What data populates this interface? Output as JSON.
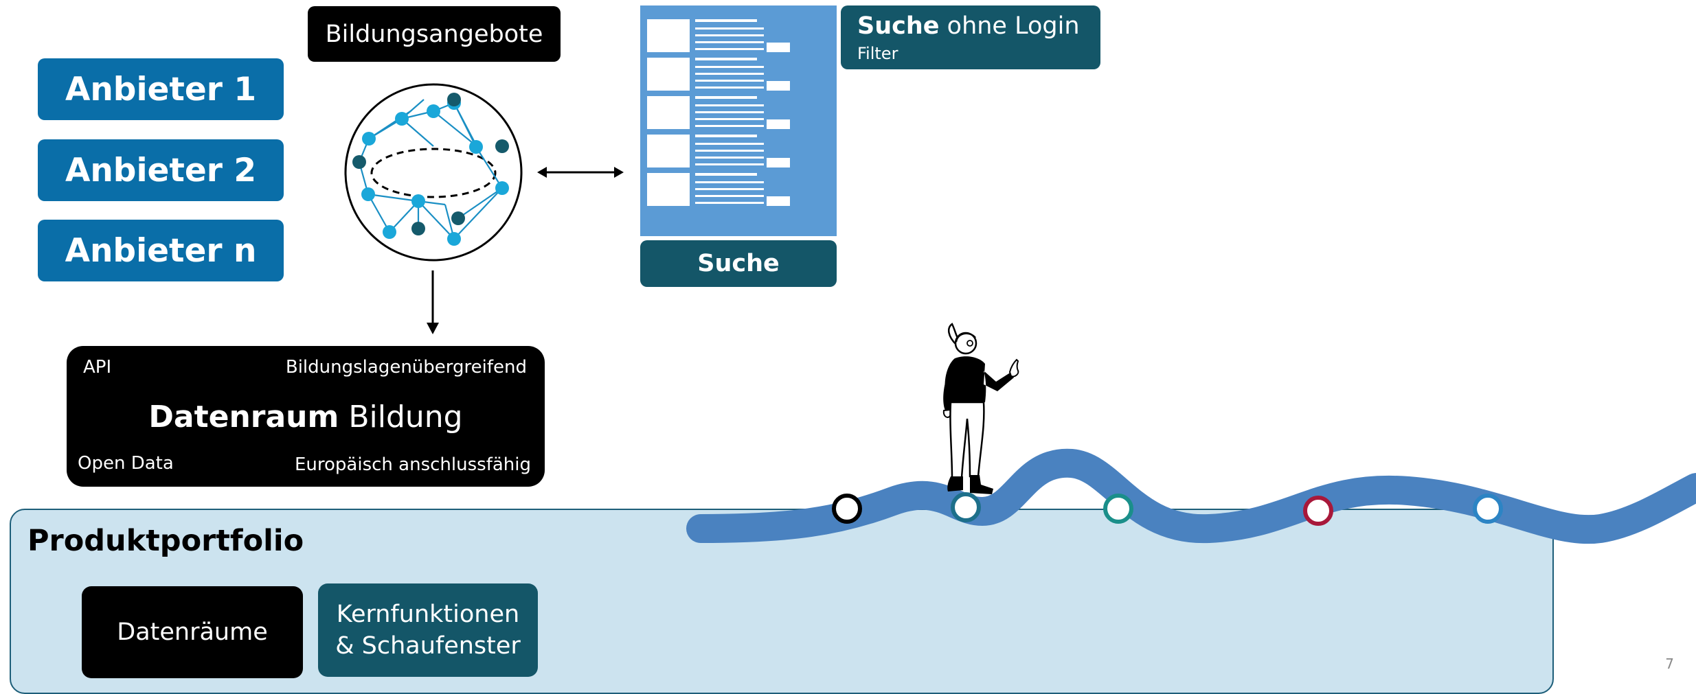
{
  "providers": [
    "Anbieter 1",
    "Anbieter 2",
    "Anbieter n"
  ],
  "education_offers": {
    "label": "Bildungsangebote"
  },
  "search_panel": {
    "button_label": "Suche"
  },
  "search_info": {
    "title_bold": "Suche",
    "title_rest": " ohne Login",
    "subtitle": "Filter"
  },
  "data_space": {
    "top_left": "API",
    "top_right": "Bildungslagenübergreifend",
    "title_bold": "Datenraum",
    "title_rest": " Bildung",
    "bottom_left": "Open Data",
    "bottom_right": "Europäisch anschlussfähig"
  },
  "portfolio": {
    "title": "Produktportfolio",
    "items": [
      "Datenräume",
      "Kernfunktionen",
      "& Schaufenster"
    ]
  },
  "colors": {
    "provider_blue": "#0a6ea8",
    "teal_dark": "#145668",
    "search_list_blue": "#5b9bd5",
    "road_blue": "#4a82c0",
    "portfolio_bg": "#cce3ef",
    "node_light": "#1aa7d9",
    "node_dark": "#155a6b",
    "stop_markers": [
      "#000000",
      "#1d6f8a",
      "#1a8f8a",
      "#a8183a",
      "#2c84c4"
    ]
  },
  "page_number": "7"
}
